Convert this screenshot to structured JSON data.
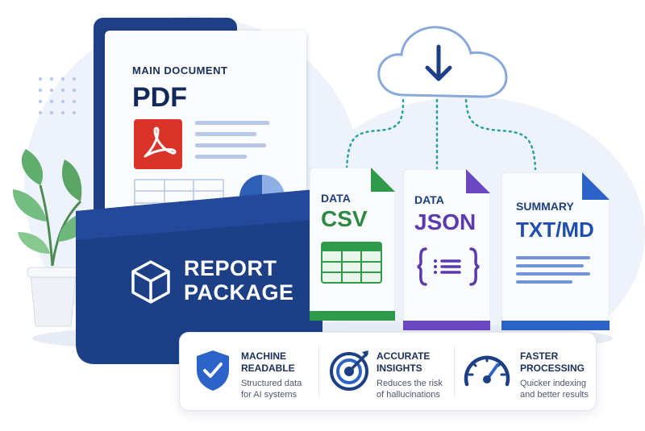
{
  "main_doc": {
    "label": "MAIN DOCUMENT",
    "format": "PDF"
  },
  "folder": {
    "line1": "REPORT",
    "line2": "PACKAGE",
    "icon": "box-icon"
  },
  "cards": [
    {
      "label": "DATA",
      "format": "CSV",
      "color": "#2e9a4a",
      "icon": "spreadsheet-icon"
    },
    {
      "label": "DATA",
      "format": "JSON",
      "color": "#6a48c4",
      "icon": "braces-icon"
    },
    {
      "label": "SUMMARY",
      "format": "TXT/MD",
      "color": "#2b63c8",
      "icon": "text-lines-icon"
    }
  ],
  "cloud": {
    "icon": "cloud-download-icon"
  },
  "features": [
    {
      "title_1": "MACHINE",
      "title_2": "READABLE",
      "desc_1": "Structured data",
      "desc_2": "for AI systems",
      "icon": "shield-check-icon"
    },
    {
      "title_1": "ACCURATE",
      "title_2": "INSIGHTS",
      "desc_1": "Reduces the risk",
      "desc_2": "of hallucinations",
      "icon": "target-icon"
    },
    {
      "title_1": "FASTER",
      "title_2": "PROCESSING",
      "desc_1": "Quicker indexing",
      "desc_2": "and better results",
      "icon": "speedometer-icon"
    }
  ],
  "colors": {
    "navy": "#1d3f86",
    "accent_blue": "#2b63c8",
    "pdf_red": "#d9332a"
  }
}
